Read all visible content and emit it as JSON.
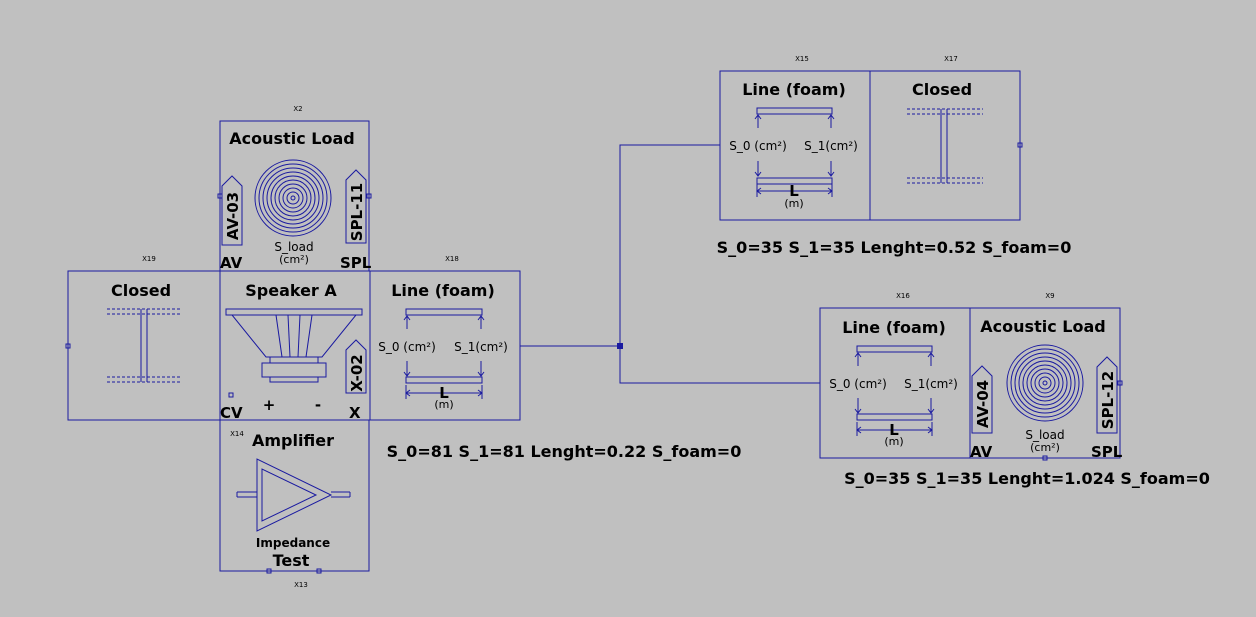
{
  "colors": {
    "background": "#c0c0c0",
    "wire": "#1a1aa0",
    "text": "#000000"
  },
  "components": {
    "x2": {
      "ref": "X2",
      "title": "Acoustic Load",
      "label": "S_load",
      "unit": "(cm²)",
      "tag_left": "AV-03",
      "tag_right": "SPL-11",
      "pin_left": "AV",
      "pin_right": "SPL"
    },
    "x19": {
      "ref": "X19",
      "title": "Closed"
    },
    "speaker": {
      "title": "Speaker A",
      "tag": "X-02",
      "pin_cv": "CV",
      "plus": "+",
      "minus": "-",
      "pin_x": "X"
    },
    "x18": {
      "ref": "X18",
      "title": "Line (foam)",
      "s0": "S_0 (cm²)",
      "s1": "S_1(cm²)",
      "len": "L",
      "len_unit": "(m)"
    },
    "x14": {
      "ref": "X14",
      "title": "Amplifier",
      "sub": "Impedance",
      "test": "Test",
      "ref_bottom": "X13"
    },
    "x15": {
      "ref": "X15",
      "title": "Line (foam)",
      "s0": "S_0 (cm²)",
      "s1": "S_1(cm²)",
      "len": "L",
      "len_unit": "(m)"
    },
    "x17": {
      "ref": "X17",
      "title": "Closed"
    },
    "x16": {
      "ref": "X16",
      "title": "Line (foam)",
      "s0": "S_0 (cm²)",
      "s1": "S_1(cm²)",
      "len": "L",
      "len_unit": "(m)"
    },
    "x9": {
      "ref": "X9",
      "title": "Acoustic Load",
      "label": "S_load",
      "unit": "(cm²)",
      "tag_left": "AV-04",
      "tag_right": "SPL-12",
      "pin_left": "AV",
      "pin_right": "SPL"
    }
  },
  "params": {
    "top_right": "S_0=35 S_1=35 Lenght=0.52 S_foam=0",
    "center": "S_0=81 S_1=81 Lenght=0.22 S_foam=0",
    "bottom_right": "S_0=35 S_1=35 Lenght=1.024 S_foam=0"
  }
}
